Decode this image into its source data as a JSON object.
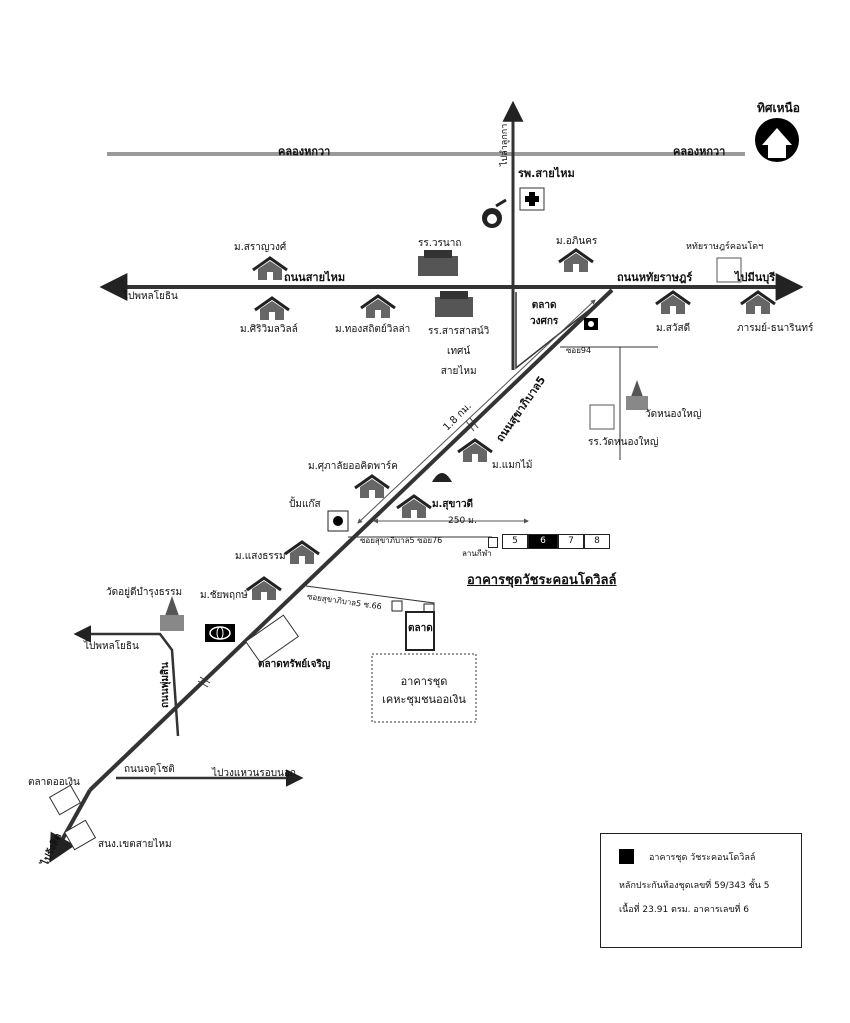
{
  "north": {
    "label": "ทิศเหนือ"
  },
  "title": "อาคารชุดวัชระคอนโดวิลล์",
  "roads": {
    "canal_left": "คลองหกวา",
    "canal_right": "คลองหกวา",
    "to_lam_luk_ka": "ไปลำลูกกา",
    "sai_mai_road": "ถนนสายไหม",
    "hathai_road": "ถนนหทัยราษฎร์",
    "to_phahon_top": "ไปพหลโยธิน",
    "to_min_buri": "ไปมีนบุรี",
    "sukhaphiban5": "ถนนสุขาภิบาล5",
    "distance_18": "1.8 กม.",
    "distance_250": "250 ม.",
    "soi_sukha5_76": "ซอยสุขาภิบาล5 ซอย76",
    "soi94": "ซอย94",
    "soi_sukha5_66": "ซอยสุขาภิบาล5 ซ.66",
    "to_phahon_bottom": "ไปพหลโยธิน",
    "phumsin_road": "ถนนพุ่มสิน",
    "chatuchot_road": "ถนนจตุโชติ",
    "to_ring_road": "ไปวงแหวนรอบนอก",
    "to_rangsit": "ไปรังสิต"
  },
  "places": {
    "hospital": "รพ.สายไหม",
    "m_saranwong": "ม.สราญวงศ์",
    "rr_woranat": "รร.วรนาถ",
    "m_aphinakhon": "ม.อภินคร",
    "hathai_condo": "หทัยราษฎร์คอนโดฯ",
    "m_sirimawilla": "ม.ศิริวิมลวิลล์",
    "m_thonglikhit": "ม.ทองสถิตย์วิลล่า",
    "rr_saratwit": "รร.สารสาสน์วิ\nเทศน์\nสายไหม",
    "market_wongsakorn": "ตลาด\nวงศกร",
    "m_sawatdi": "ม.สวัสดี",
    "m_aram_thanarin": "ภารมย์-ธนารินทร์",
    "wat_nong_yai": "วัดหนองใหญ่",
    "rr_wat_nong_yai": "รร.วัดหนองใหญ่",
    "m_maekmai": "ม.แมกไม้",
    "m_suphalai": "ม.ศุภาลัยออคิดพาร์ค",
    "gas_station": "ปั้มแก๊ส",
    "m_sukhawadi": "ม.สุขาวดี",
    "lan_kila": "ลานกีฬา",
    "m_saengtham": "ม.แสงธรรม",
    "wat_yudee": "วัดอยู่ดีบำรุงธรรม",
    "m_chaiyaphruek": "ม.ชัยพฤกษ์",
    "market_inner": "ตลาด",
    "market_sapcharoen": "ตลาดทรัพย์เจริญ",
    "condo_block": "อาคารชุด\nเคหะชุมชนออเงิน",
    "market_ongoen": "ตลาดออเงิน",
    "police_station": "สนง.เขตสายไหม"
  },
  "buildings": [
    "5",
    "6",
    "7",
    "8"
  ],
  "legend": {
    "line1": "อาคารชุด วัชระคอนโดวิลล์",
    "line2": "หลักประกันห้องชุดเลขที่ 59/343 ชั้น 5",
    "line3": "เนื้อที่ 23.91 ตรม. อาคารเลขที่ 6"
  },
  "colors": {
    "road": "#333333",
    "canal": "#9a9a9a",
    "highlight": "#000000"
  }
}
